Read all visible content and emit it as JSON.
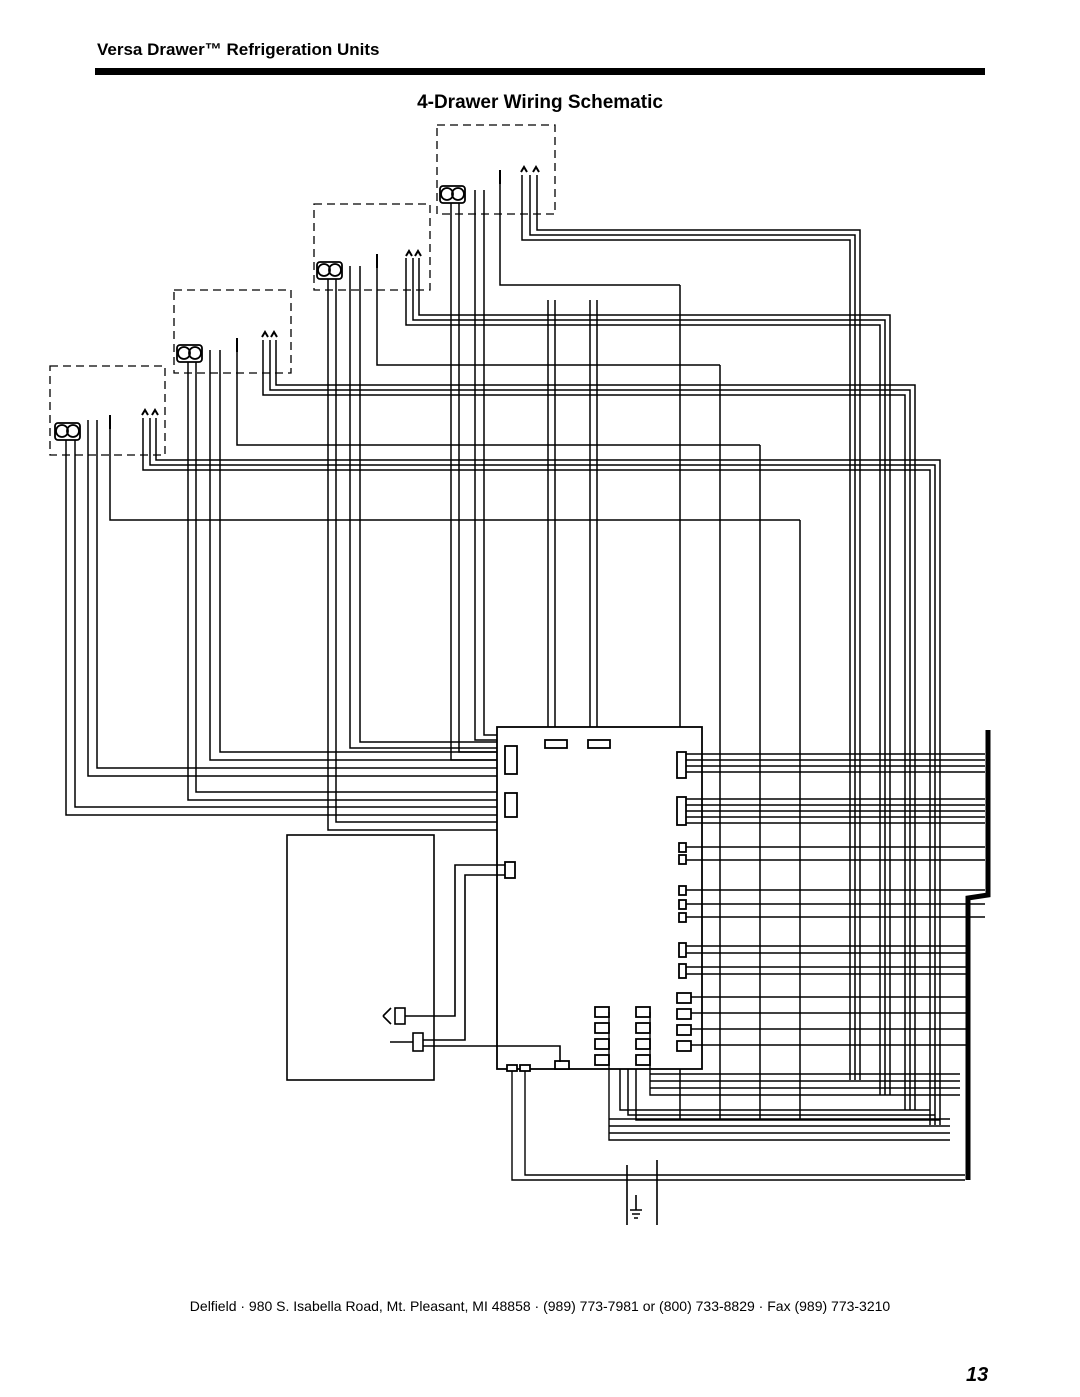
{
  "header": {
    "title": "Versa Drawer™ Refrigeration Units"
  },
  "diagram": {
    "title": "4-Drawer Wiring Schematic"
  },
  "footer": {
    "address": "Delfield · 980 S. Isabella Road, Mt. Pleasant, MI 48858 · (989) 773-7981 or (800) 733-8829 · Fax (989) 773-3210",
    "page_number": "13"
  },
  "colors": {
    "ink": "#000000",
    "paper": "#ffffff"
  }
}
